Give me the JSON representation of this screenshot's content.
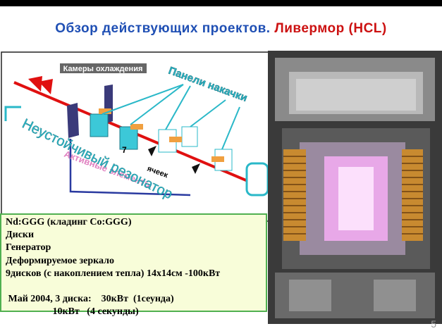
{
  "title": {
    "part1": "Обзор действующих проектов.",
    "part2": "Ливермор (HCL)"
  },
  "diagram": {
    "label_cooling": "Камеры охлаждения",
    "label_pump": "Панели накачки",
    "label_resonator": "Неустойчивый резонатор",
    "label_active": "Активные элементы",
    "label_cells": "ячеек",
    "label_cell_num": "7"
  },
  "info": {
    "lines": [
      "Nd:GGG (кладинг Co:GGG)",
      "Диски",
      "Генератор",
      "Деформируемое зеркало",
      "9дисков (с накоплением тепла) 14х14см -100кВт",
      "",
      " Май 2004, 3 диска:    30кВт  (1сеунда)",
      "                   10кВт   (4 секунды)"
    ]
  },
  "colors": {
    "title_blue": "#1f4fb4",
    "title_red": "#cc1111",
    "box_bg": "#f8fdd9",
    "box_border": "#50b050",
    "beam": "#e01010",
    "cyan": "#2ab8c8"
  },
  "page_number": "5"
}
